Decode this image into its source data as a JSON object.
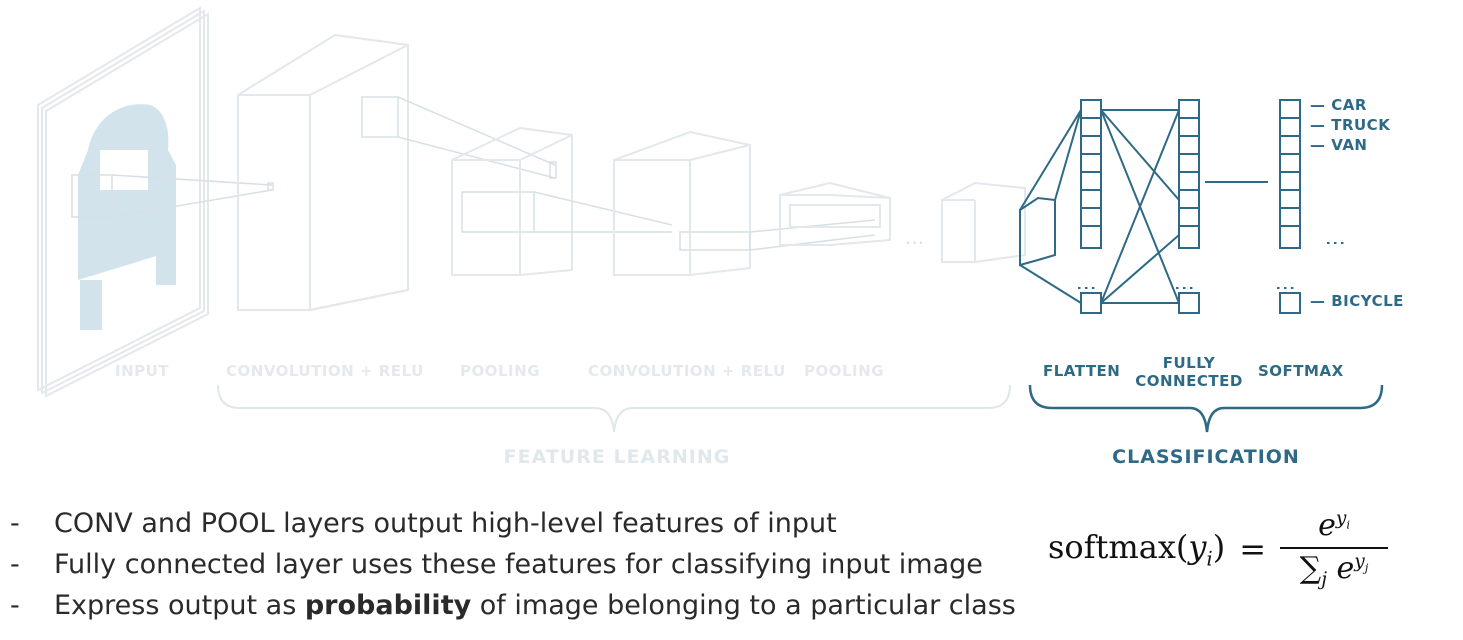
{
  "diagram": {
    "layer_labels": {
      "input": "INPUT",
      "conv1": "CONVOLUTION + RELU",
      "pool1": "POOLING",
      "conv2": "CONVOLUTION + RELU",
      "pool2": "POOLING",
      "flatten": "FLATTEN",
      "fully_connected_line1": "FULLY",
      "fully_connected_line2": "CONNECTED",
      "softmax": "SOFTMAX"
    },
    "group_labels": {
      "feature_learning": "FEATURE LEARNING",
      "classification": "CLASSIFICATION"
    },
    "classes": {
      "car": "— CAR",
      "truck": "— TRUCK",
      "van": "— VAN",
      "bicycle": "— BICYCLE"
    },
    "colors": {
      "dark": "#2e6a86",
      "faint": "#e3e9ec",
      "car_fill": "#d2e3ec"
    }
  },
  "bullets": [
    {
      "dash": "-",
      "text": "CONV and POOL layers output high-level features of input"
    },
    {
      "dash": "-",
      "text": "Fully connected layer uses these features for classifying input image"
    },
    {
      "dash": "-",
      "text_before": "Express output as ",
      "bold": "probability",
      "text_after": " of image belonging to a particular class"
    }
  ],
  "formula": {
    "lhs_func": "softmax(",
    "lhs_var": "y",
    "lhs_sub": "i",
    "lhs_close": ")",
    "equals": "=",
    "num_base": "e",
    "num_exp_var": "y",
    "num_exp_sub": "i",
    "den_sigma": "∑",
    "den_sigma_sub": "j",
    "den_base": "e",
    "den_exp_var": "y",
    "den_exp_sub": "j"
  }
}
